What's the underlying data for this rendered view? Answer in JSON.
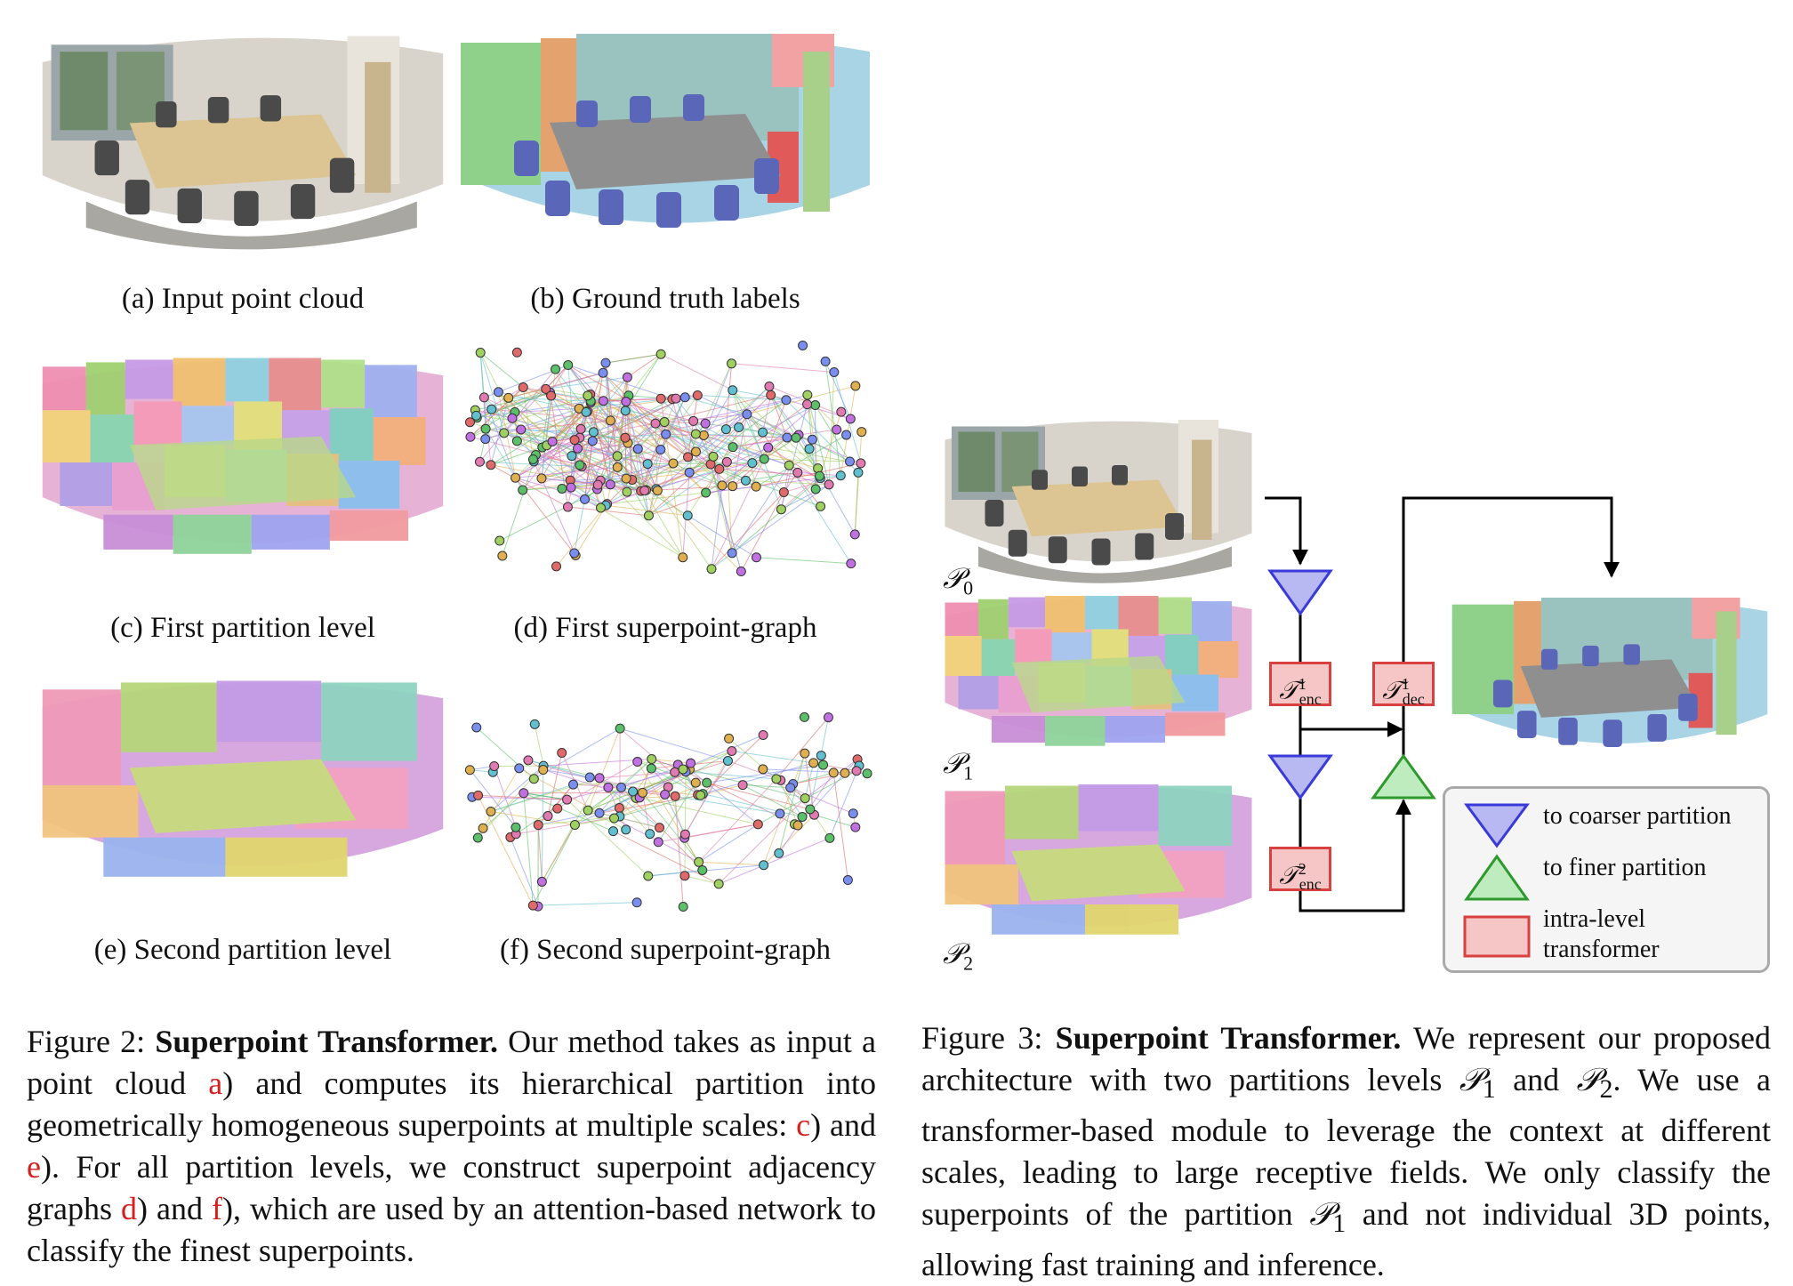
{
  "fig2": {
    "subcaptions": {
      "a": "(a) Input point cloud",
      "b": "(b) Ground truth labels",
      "c": "(c) First partition level",
      "d": "(d) First superpoint-graph",
      "e": "(e) Second partition level",
      "f": "(f) Second superpoint-graph"
    },
    "caption": {
      "label": "Figure 2:",
      "title": "Superpoint Transformer.",
      "t1": " Our method takes as input a point cloud ",
      "r1": "a",
      "t2": ") and computes its hierarchical partition into geometrically homogeneous superpoints at multiple scales: ",
      "r2": "c",
      "t3": ") and ",
      "r3": "e",
      "t4": "). For all partition levels, we construct superpoint adjacency graphs ",
      "r4": "d",
      "t5": ") and ",
      "r5": "f",
      "t6": "), which are used by an attention-based network to classify the finest superpoints."
    }
  },
  "fig3": {
    "levels": {
      "p0": "0",
      "p1": "1",
      "p2": "2"
    },
    "blocks": {
      "enc1": {
        "sup": "1",
        "sub": "enc"
      },
      "dec1": {
        "sup": "1",
        "sub": "dec"
      },
      "enc2": {
        "sup": "2",
        "sub": "enc"
      }
    },
    "legend": {
      "coarser": "to coarser partition",
      "finer": "to finer partition",
      "transformer_1": "intra-level",
      "transformer_2": "transformer"
    },
    "caption": {
      "label": "Figure 3:",
      "title": "Superpoint Transformer.",
      "t1": " We represent our proposed architecture with two partitions levels ",
      "p1": "1",
      "t2": " and ",
      "p2": "2",
      "t3": ". We use a transformer-based module to leverage the context at different scales, leading to large receptive fields. We only classify the superpoints of the partition ",
      "p3": "1",
      "t4": " and not individual 3D points, allowing fast training and inference."
    }
  }
}
